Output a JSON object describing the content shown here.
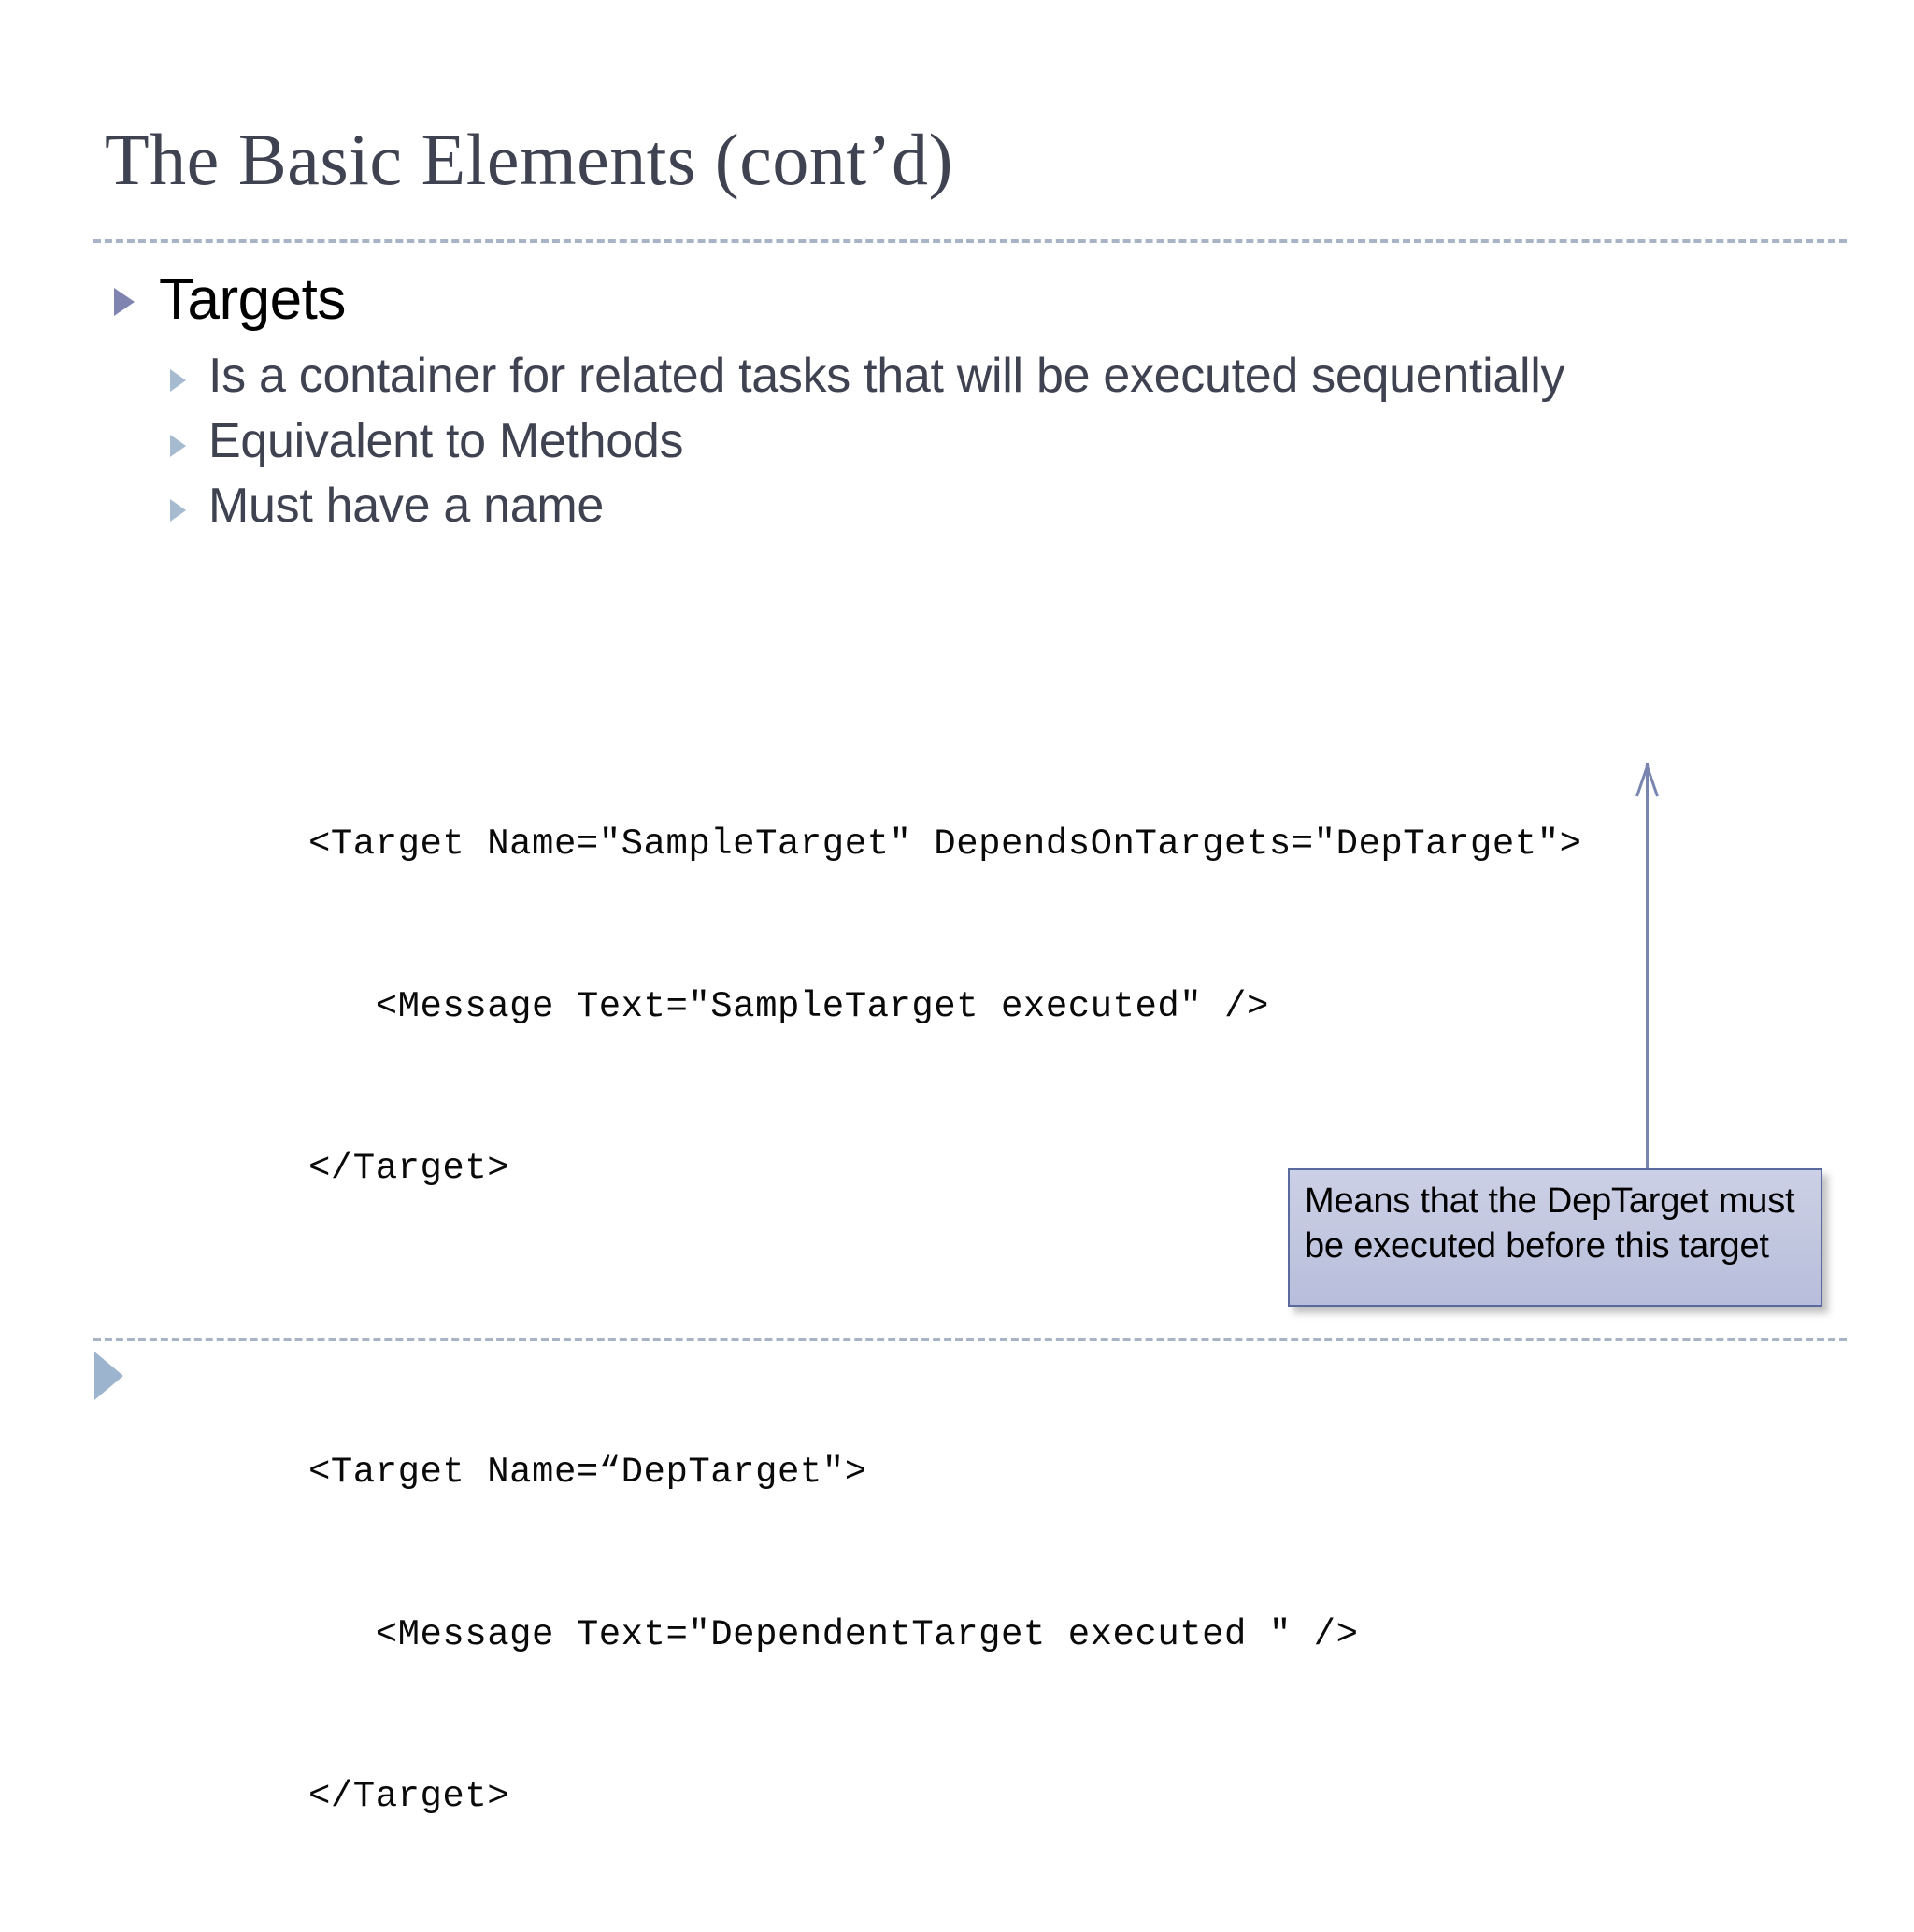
{
  "slide": {
    "title": "The Basic Elements (cont’d)",
    "bullets": {
      "level1": "Targets",
      "level2": [
        "Is a container for related tasks that will be executed sequentially",
        "Equivalent to Methods",
        "Must have a name"
      ]
    },
    "code": {
      "lines": [
        "<Target Name=\"SampleTarget\" DependsOnTargets=\"DepTarget\">",
        "   <Message Text=\"SampleTarget executed\" />",
        "</Target>",
        "",
        "<Target Name=“DepTarget\">",
        "   <Message Text=\"DependentTarget executed \" />",
        "</Target>"
      ]
    },
    "callout": {
      "text": "Means that the DepTarget must be executed before this target"
    },
    "colors": {
      "title": "#3f4250",
      "body_text": "#3f4250",
      "level1_text": "#000000",
      "level1_marker": "#7f85b0",
      "level2_marker": "#a6bbcf",
      "rule": "#9aa7bd",
      "footer_triangle": "#9cb4cd",
      "arrow": "#7885ae",
      "callout_fill_top": "#ccd0e6",
      "callout_fill_bottom": "#b7bddb",
      "callout_border": "#5a6a9e",
      "background": "#ffffff"
    }
  }
}
